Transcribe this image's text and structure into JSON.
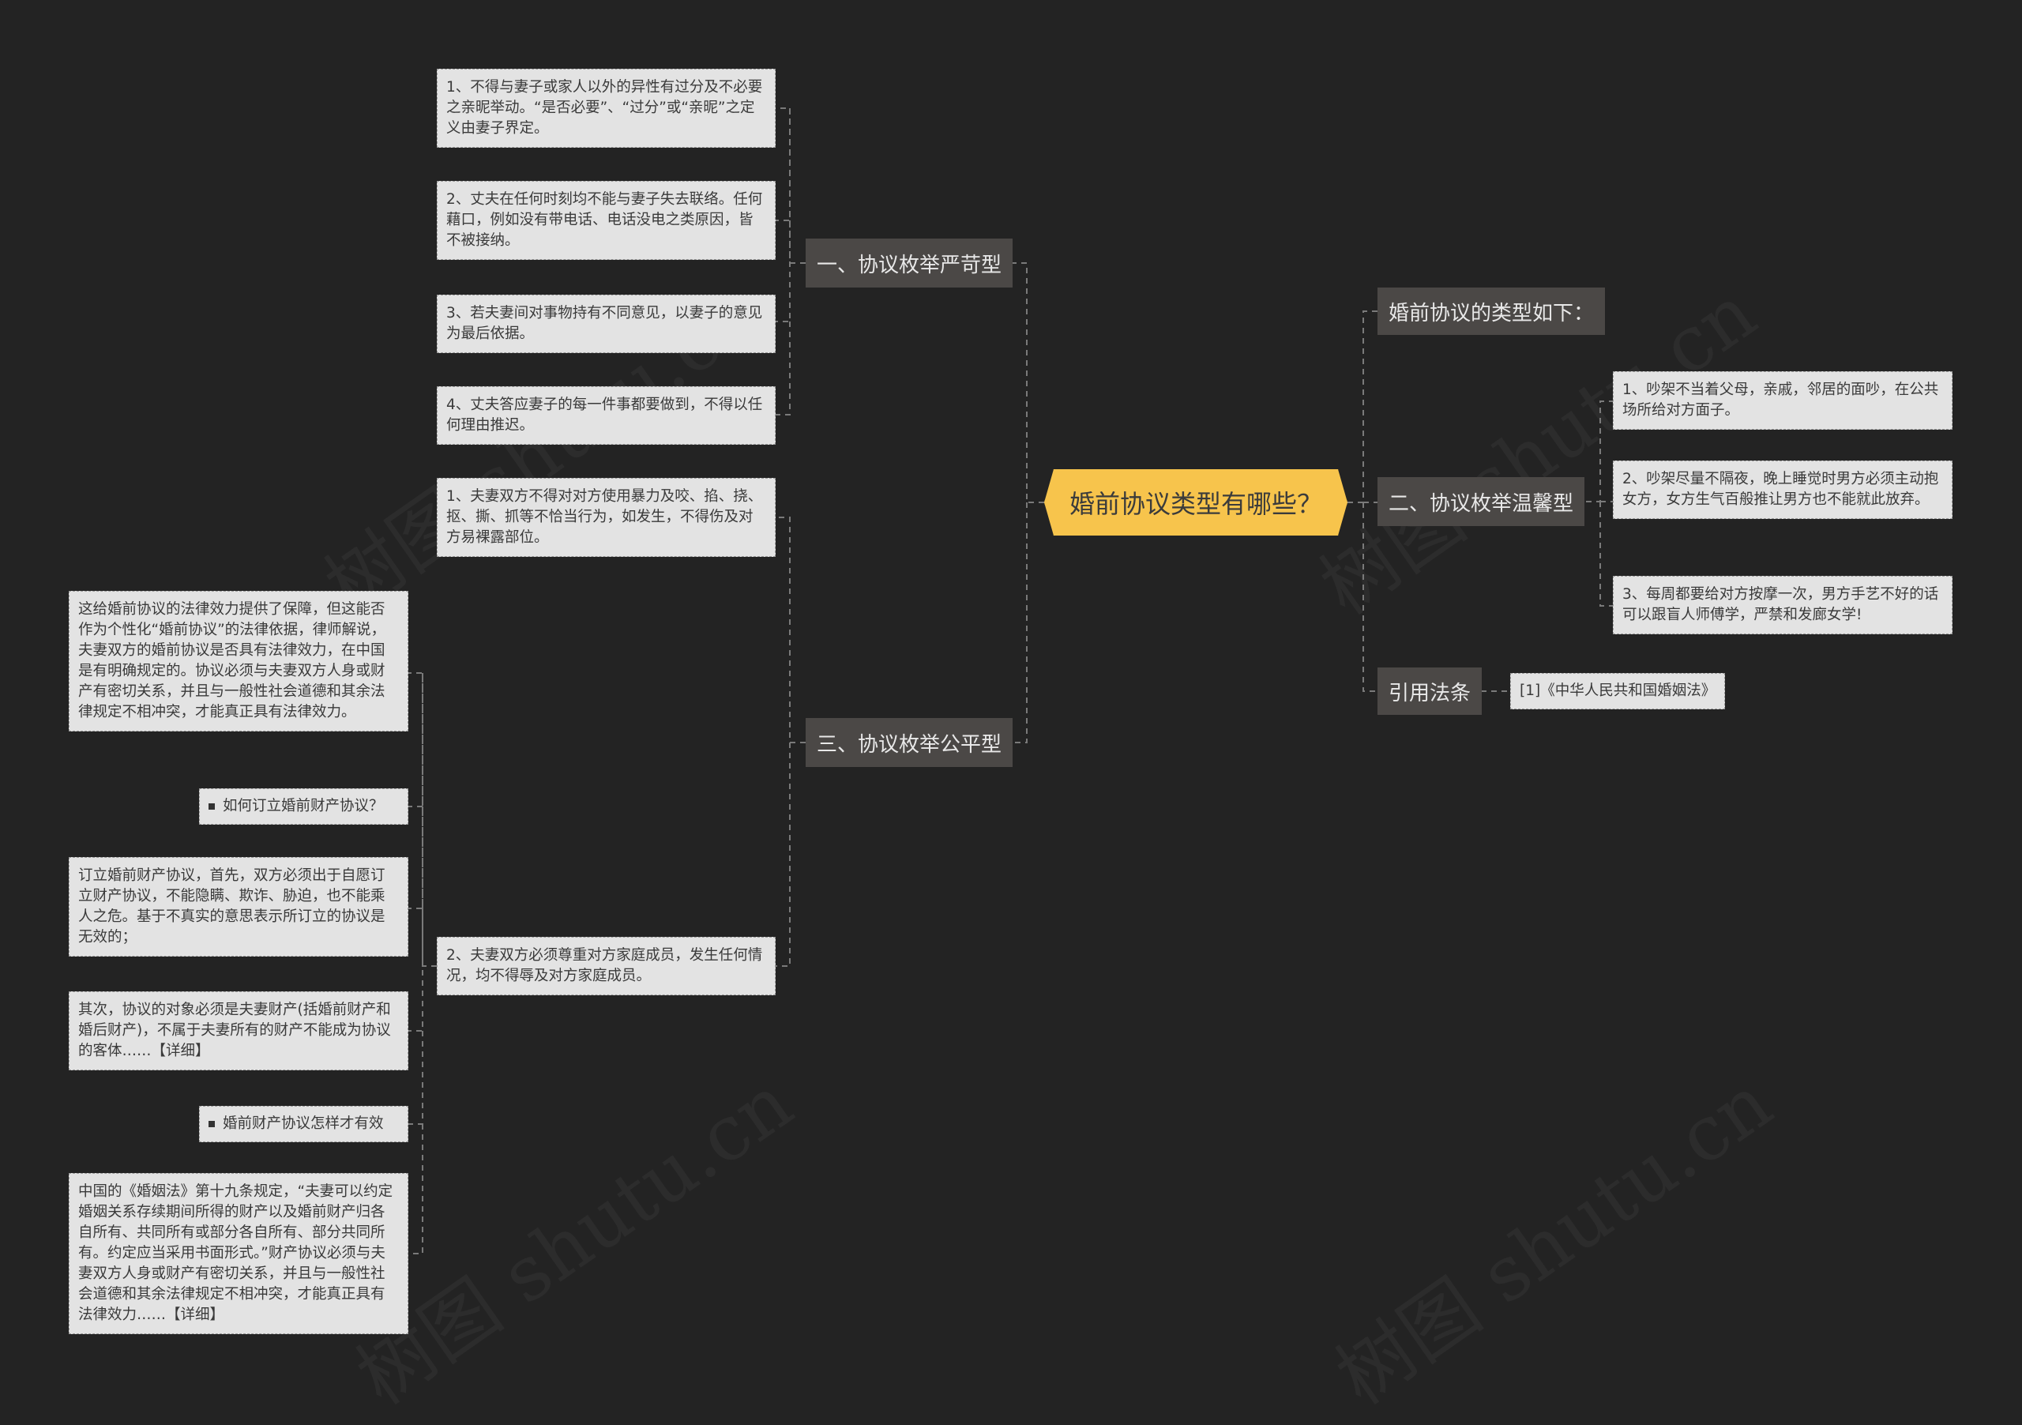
{
  "watermark": "树图 shutu.cn",
  "root": {
    "title": "婚前协议类型有哪些？"
  },
  "left": {
    "branch1": {
      "label": "一、协议枚举严苛型",
      "items": [
        "1、不得与妻子或家人以外的异性有过分及不必要之亲昵举动。“是否必要”、“过分”或“亲昵”之定义由妻子界定。",
        "2、丈夫在任何时刻均不能与妻子失去联络。任何藉口，例如没有带电话、电话没电之类原因，皆不被接纳。",
        "3、若夫妻间对事物持有不同意见，以妻子的意见为最后依据。",
        "4、丈夫答应妻子的每一件事都要做到，不得以任何理由推迟。"
      ]
    },
    "branch3": {
      "label": "三、协议枚举公平型",
      "items": [
        "1、夫妻双方不得对对方使用暴力及咬、掐、挠、抠、撕、抓等不恰当行为，如发生，不得伤及对方易裸露部位。",
        "2、夫妻双方必须尊重对方家庭成员，发生任何情况，均不得辱及对方家庭成员。"
      ],
      "related": {
        "text1": "这给婚前协议的法律效力提供了保障，但这能否作为个性化“婚前协议”的法律依据，律师解说，夫妻双方的婚前协议是否具有法律效力，在中国是有明确规定的。协议必须与夫妻双方人身或财产有密切关系，并且与一般性社会道德和其余法律规定不相冲突，才能真正具有法律效力。",
        "link1": "如何订立婚前财产协议？",
        "text2": "订立婚前财产协议，首先，双方必须出于自愿订立财产协议，不能隐瞒、欺诈、胁迫，也不能乘人之危。基于不真实的意思表示所订立的协议是无效的；",
        "text3": "其次，协议的对象必须是夫妻财产(括婚前财产和婚后财产)，不属于夫妻所有的财产不能成为协议的客体……【详细】",
        "link2": "婚前财产协议怎样才有效",
        "text4": "中国的《婚姻法》第十九条规定，“夫妻可以约定婚姻关系存续期间所得的财产以及婚前财产归各自所有、共同所有或部分各自所有、部分共同所有。约定应当采用书面形式。”财产协议必须与夫妻双方人身或财产有密切关系，并且与一般性社会道德和其余法律规定不相冲突，才能真正具有法律效力……【详细】"
      }
    }
  },
  "right": {
    "intro": "婚前协议的类型如下：",
    "branch2": {
      "label": "二、协议枚举温馨型",
      "items": [
        "1、吵架不当着父母，亲戚，邻居的面吵，在公共场所给对方面子。",
        "2、吵架尽量不隔夜，晚上睡觉时男方必须主动抱女方，女方生气百般推让男方也不能就此放弃。",
        "3、每周都要给对方按摩一次，男方手艺不好的话可以跟盲人师傅学，严禁和发廊女学!"
      ]
    },
    "law": {
      "label": "引用法条",
      "ref": "[1]《中华人民共和国婚姻法》"
    }
  },
  "colors": {
    "background": "#232323",
    "root": "#f7c44c",
    "branch": "#4b4846",
    "leaf": "#e3e3e3",
    "connector": "#7a7a7a"
  }
}
